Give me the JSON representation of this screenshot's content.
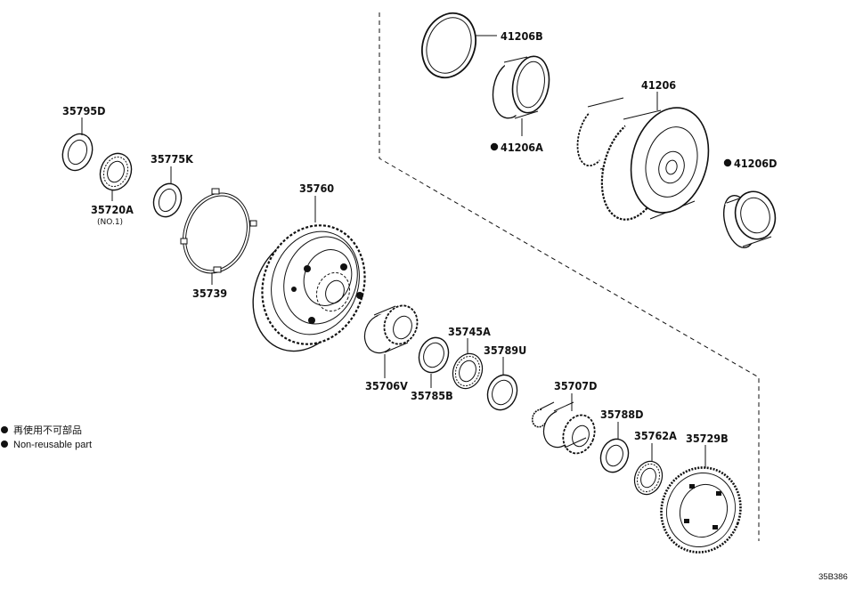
{
  "parts": {
    "p35795D": "35795D",
    "p35720A": "35720A",
    "p35720A_note": "(NO.1)",
    "p35775K": "35775K",
    "p35739": "35739",
    "p35760": "35760",
    "p35706V": "35706V",
    "p35785B": "35785B",
    "p35745A": "35745A",
    "p35789U": "35789U",
    "p35707D": "35707D",
    "p35788D": "35788D",
    "p35762A": "35762A",
    "p35729B": "35729B",
    "p41206B": "41206B",
    "p41206A": "41206A",
    "p41206": "41206",
    "p41206D": "41206D"
  },
  "legend": {
    "japanese": "再使用不可部品",
    "english": "Non-reusable part"
  },
  "diagram_code": "35B386"
}
